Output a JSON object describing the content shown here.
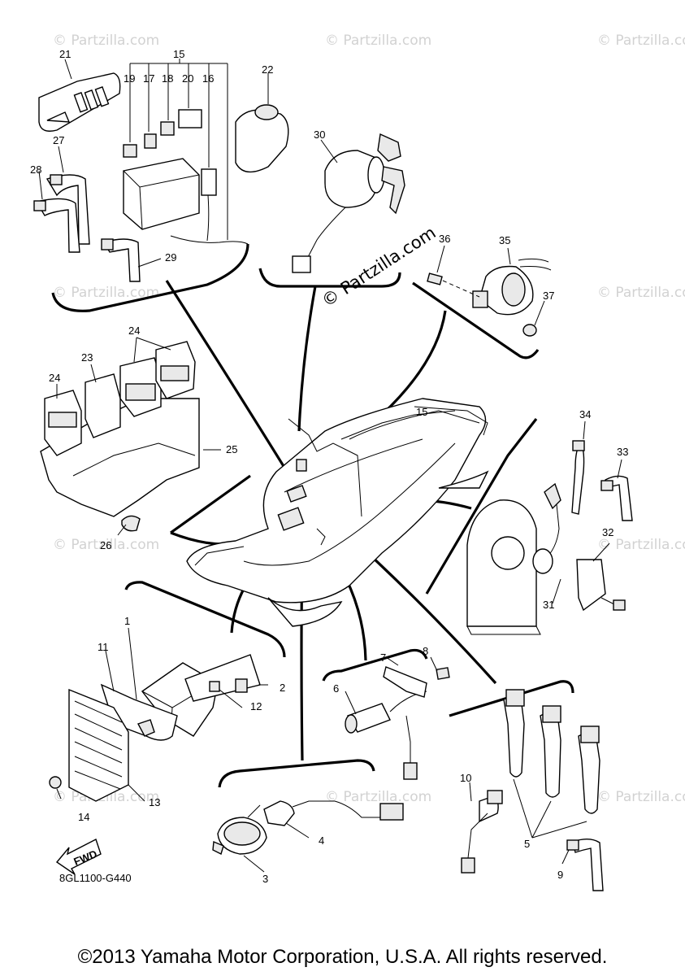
{
  "watermark": {
    "text": "© Partzilla.com",
    "prominent_text": "© Partzilla.com"
  },
  "diagram_code": "8GL1100-G440",
  "fwd_label": "FWD",
  "copyright": "©2013 Yamaha Motor Corporation, U.S.A. All rights reserved.",
  "callouts": {
    "c1": "1",
    "c2": "2",
    "c3": "3",
    "c4": "4",
    "c5": "5",
    "c6": "6",
    "c7": "7",
    "c8": "8",
    "c9": "9",
    "c10": "10",
    "c11": "11",
    "c12": "12",
    "c13": "13",
    "c14": "14",
    "c15": "15",
    "c15b": "15",
    "c16": "16",
    "c17": "17",
    "c18": "18",
    "c19": "19",
    "c20": "20",
    "c21": "21",
    "c22": "22",
    "c23": "23",
    "c24": "24",
    "c24b": "24",
    "c25": "25",
    "c26": "26",
    "c27": "27",
    "c28": "28",
    "c29": "29",
    "c30": "30",
    "c31": "31",
    "c32": "32",
    "c33": "33",
    "c34": "34",
    "c35": "35",
    "c36": "36",
    "c37": "37"
  }
}
